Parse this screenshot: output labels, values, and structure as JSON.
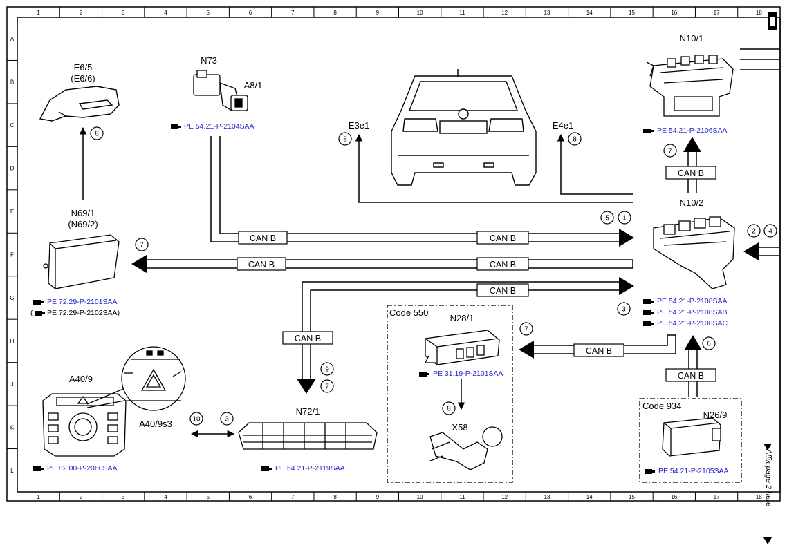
{
  "grid": {
    "cols": [
      "1",
      "2",
      "3",
      "4",
      "5",
      "6",
      "7",
      "8",
      "9",
      "10",
      "11",
      "12",
      "13",
      "14",
      "15",
      "16",
      "17",
      "18"
    ],
    "rows": [
      "A",
      "B",
      "C",
      "D",
      "E",
      "F",
      "G",
      "H",
      "J",
      "K",
      "L"
    ]
  },
  "components": {
    "e65": {
      "name": "E6/5",
      "alt": "(E6/6)"
    },
    "n73": {
      "name": "N73"
    },
    "a81": {
      "name": "A8/1"
    },
    "e3e1": {
      "name": "E3e1"
    },
    "e4e1": {
      "name": "E4e1"
    },
    "n101": {
      "name": "N10/1"
    },
    "n102": {
      "name": "N10/2"
    },
    "n691": {
      "name": "N69/1",
      "alt": "(N69/2)"
    },
    "n281": {
      "name": "N28/1"
    },
    "x58": {
      "name": "X58"
    },
    "a409": {
      "name": "A40/9"
    },
    "a409s3": {
      "name": "A40/9s3"
    },
    "n721": {
      "name": "N72/1"
    },
    "n269": {
      "name": "N26/9"
    }
  },
  "codes": {
    "code550": "Code 550",
    "code934": "Code 934"
  },
  "refs": {
    "n73": "PE 54.21-P-2104SAA",
    "n101": "PE 54.21-P-2106SAA",
    "n691": "PE 72.29-P-2101SAA",
    "n691_alt": "(",
    "n691_alt2": "PE 72.29-P-2102SAA)",
    "n102_a": "PE 54.21-P-2108SAA",
    "n102_b": "PE 54.21-P-2108SAB",
    "n102_c": "PE 54.21-P-2108SAC",
    "n281": "PE 31.19-P-2101SAA",
    "a409": "PE 82.00-P-2060SAA",
    "n721": "PE 54.21-P-2119SAA",
    "n269": "PE 54.21-P-2105SAA"
  },
  "bus_label": "CAN B",
  "circles": {
    "c8_e65": "8",
    "c8_e3e1": "8",
    "c8_e4e1": "8",
    "c7_n101": "7",
    "c5": "5",
    "c1": "1",
    "c2": "2",
    "c4": "4",
    "c7_n691": "7",
    "c3_n102": "3",
    "c7_n281": "7",
    "c6": "6",
    "c9": "9",
    "c7_n721": "7",
    "c8_x58": "8",
    "c10": "10",
    "c3_a409": "3"
  },
  "side_note": "Affix page 2 here",
  "colors": {
    "link": "#2222cc",
    "line": "#000000"
  }
}
